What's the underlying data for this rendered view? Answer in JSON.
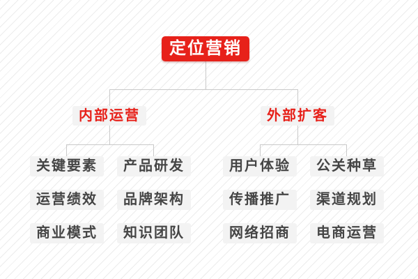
{
  "colors": {
    "primary_red": "#e7211a",
    "node_background": "#f3f3f3",
    "leaf_text": "#454545",
    "connector_line": "#c9c9c9",
    "background_stripe": "#ececec"
  },
  "tree": {
    "root": {
      "label": "定位营销"
    },
    "branches": [
      {
        "label": "内部运营",
        "children": [
          "关键要素",
          "产品研发",
          "运营绩效",
          "品牌架构",
          "商业模式",
          "知识团队"
        ]
      },
      {
        "label": "外部扩客",
        "children": [
          "用户体验",
          "公关种草",
          "传播推广",
          "渠道规划",
          "网络招商",
          "电商运营"
        ]
      }
    ]
  }
}
